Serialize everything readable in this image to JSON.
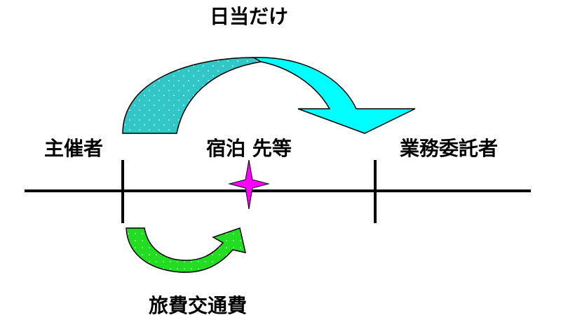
{
  "labels": {
    "top": "日当だけ",
    "organizer": "主催者",
    "lodging": "宿泊 先等",
    "contractor": "業務委託者",
    "travel": "旅費交通費"
  },
  "colors": {
    "big_arrow_left": "#33c6c6",
    "big_arrow_right": "#00ffff",
    "small_arrow": "#22dd22",
    "star": "#ff00ff",
    "line": "#000000"
  }
}
